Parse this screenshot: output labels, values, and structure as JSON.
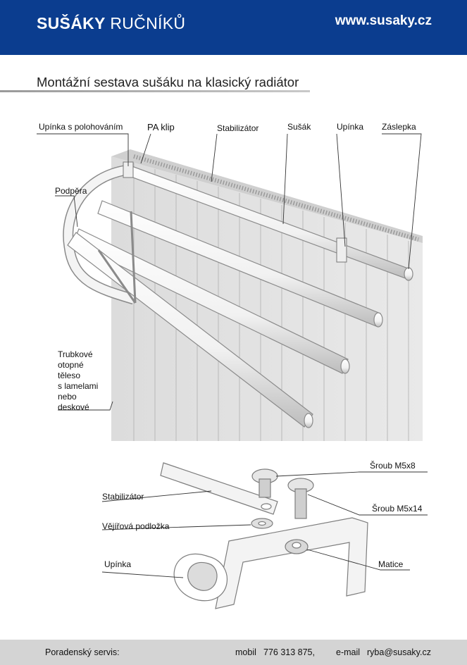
{
  "header": {
    "brand_bold": "SUŠÁKY",
    "brand_thin": "RUČNÍKŮ",
    "website": "www.susaky.cz"
  },
  "document": {
    "title": "Montážní sestava sušáku na klasický radiátor"
  },
  "figure1": {
    "labels": {
      "clamp_positioning": "Upínka s polohováním",
      "pa_clip": "PA klip",
      "stabilizer": "Stabilizátor",
      "dryer": "Sušák",
      "clamp": "Upínka",
      "end_cap": "Záslepka",
      "support": "Podpěra",
      "radiator_l1": "Trubkové",
      "radiator_l2": "otopné",
      "radiator_l3": "těleso",
      "radiator_l4": "s lamelami",
      "radiator_l5": "nebo",
      "radiator_l6": "deskové"
    }
  },
  "figure2": {
    "labels": {
      "screw_m5x8": "Šroub M5x8",
      "stabilizer": "Stabilizátor",
      "screw_m5x14": "Šroub M5x14",
      "washer": "Vějířová podložka",
      "nut": "Matice",
      "clamp": "Upínka"
    }
  },
  "footer": {
    "service_label": "Poradenský servis:",
    "mobile_label": "mobil",
    "mobile_number": "776 313 875,",
    "email_label": "e-mail",
    "email_address": "ryba@susaky.cz"
  },
  "colors": {
    "header_bg": "#0b3d8f",
    "footer_bg": "#d4d4d4"
  }
}
